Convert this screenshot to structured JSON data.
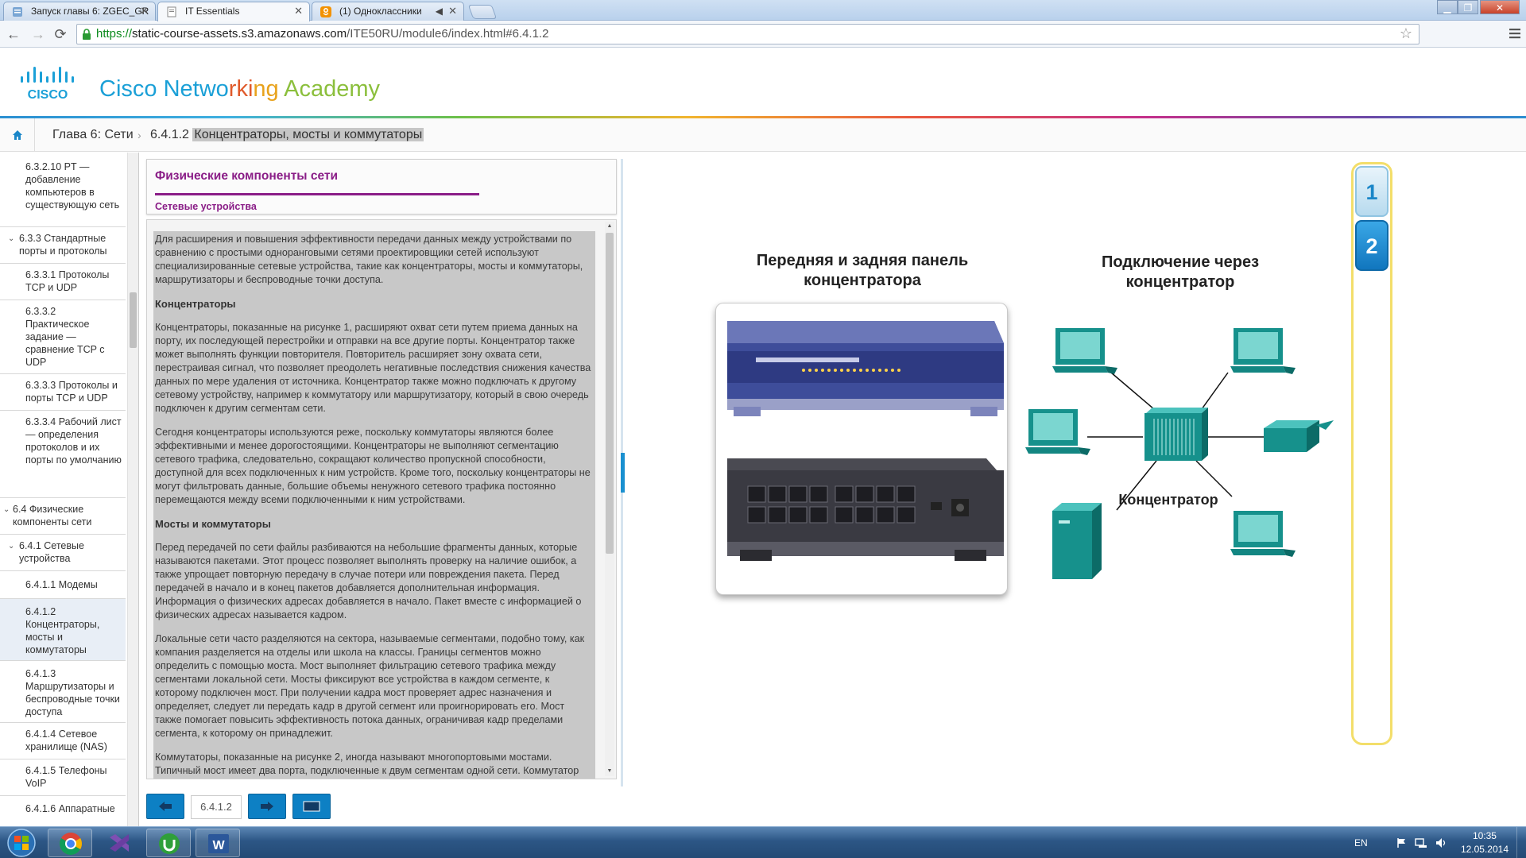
{
  "browser": {
    "tabs": [
      {
        "title": "Запуск главы 6: ZGEC_GR"
      },
      {
        "title": "IT Essentials"
      },
      {
        "title": "(1) Одноклассники"
      }
    ],
    "url_prefix": "https://",
    "url_host": "static-course-assets.s3.amazonaws.com",
    "url_path": "/ITE50RU/module6/index.html#6.4.1.2"
  },
  "header": {
    "brand_part1": "Cisco Netwo",
    "brand_part2": "rki",
    "brand_part3": "ng ",
    "brand_part4": "Academy",
    "logo_word": "CISCO"
  },
  "breadcrumb": {
    "chapter": "Глава 6: Сети",
    "section_num": "6.4.1.2",
    "section_title": "Концентраторы, мосты и коммутаторы"
  },
  "toc": [
    {
      "label": "6.3.2.10 PT — добавление компьютеров в существующую сеть"
    },
    {
      "label": "6.3.3 Стандартные порты и протоколы"
    },
    {
      "label": "6.3.3.1 Протоколы TCP и UDP"
    },
    {
      "label": "6.3.3.2 Практическое задание — сравнение TCP с UDP"
    },
    {
      "label": "6.3.3.3 Протоколы и порты TCP и UDP"
    },
    {
      "label": "6.3.3.4 Рабочий лист — определения протоколов и их порты по умолчанию"
    },
    {
      "label": "6.4 Физические компоненты сети"
    },
    {
      "label": "6.4.1 Сетевые устройства"
    },
    {
      "label": "6.4.1.1 Модемы"
    },
    {
      "label": "6.4.1.2 Концентраторы, мосты и коммутаторы"
    },
    {
      "label": "6.4.1.3 Маршрутизаторы и беспроводные точки доступа"
    },
    {
      "label": "6.4.1.4 Сетевое хранилище (NAS)"
    },
    {
      "label": "6.4.1.5 Телефоны VoIP"
    },
    {
      "label": "6.4.1.6 Аппаратные"
    }
  ],
  "content": {
    "title": "Физические компоненты сети",
    "subtitle": "Сетевые устройства",
    "p1": "Для расширения и повышения эффективности передачи данных между устройствами по сравнению с простыми одноранговыми сетями проектировщики сетей используют специализированные сетевые устройства, такие как концентраторы, мосты и коммутаторы, маршрутизаторы и беспроводные точки доступа.",
    "h_hubs": "Концентраторы",
    "p2": "Концентраторы, показанные на рисунке 1, расширяют охват сети путем приема данных на порту, их последующей перестройки и отправки на все другие порты. Концентратор также может выполнять функции повторителя. Повторитель расширяет зону охвата сети, перестраивая сигнал, что позволяет преодолеть негативные последствия снижения качества данных по мере удаления от источника. Концентратор также можно подключать к другому сетевому устройству, например к коммутатору или маршрутизатору, который в свою очередь подключен к другим сегментам сети.",
    "p3": "Сегодня концентраторы используются реже, поскольку коммутаторы являются более эффективными и менее дорогостоящими. Концентраторы не выполняют сегментацию сетевого трафика, следовательно, сокращают количество пропускной способности, доступной для всех подключенных к ним устройств. Кроме того, поскольку концентраторы не могут фильтровать данные, большие объемы ненужного сетевого трафика постоянно перемещаются между всеми подключенными к ним устройствами.",
    "h_bridges": "Мосты и коммутаторы",
    "p4": "Перед передачей по сети файлы разбиваются на небольшие фрагменты данных, которые называются пакетами. Этот процесс позволяет выполнять проверку на наличие ошибок, а также упрощает повторную передачу в случае потери или повреждения пакета. Перед передачей в начало и в конец пакетов добавляется дополнительная информация. Информация о физических адресах добавляется в начало. Пакет вместе с информацией о физических адресах называется кадром.",
    "p5": "Локальные сети часто разделяются на сектора, называемые сегментами, подобно тому, как компания разделяется на отделы или школа на классы. Границы сегментов можно определить с помощью моста. Мост выполняет фильтрацию сетевого трафика между сегментами локальной сети. Мосты фиксируют все устройства в каждом сегменте, к которому подключен мост. При получении кадра мост проверяет адрес назначения и определяет, следует ли передать кадр в другой сегмент или проигнорировать его. Мост также помогает повысить эффективность потока данных, ограничивая кадр пределами сегмента, к которому он принадлежит.",
    "p6": "Коммутаторы, показанные на рисунке 2, иногда называют многопортовыми мостами. Типичный мост имеет два порта, подключенные к двум сегментам одной сети. Коммутатор"
  },
  "pager": {
    "page": "6.4.1.2"
  },
  "figure": {
    "left_title": "Передняя и задняя панель концентратора",
    "right_title": "Подключение через концентратор",
    "hub_label": "Концентратор",
    "nav": [
      "1",
      "2"
    ]
  },
  "taskbar": {
    "lang": "EN",
    "time": "10:35",
    "date": "12.05.2014"
  },
  "colors": {
    "accent": "#8a1d87",
    "nav_blue": "#0d80c4",
    "teal": "#1f9c96"
  }
}
